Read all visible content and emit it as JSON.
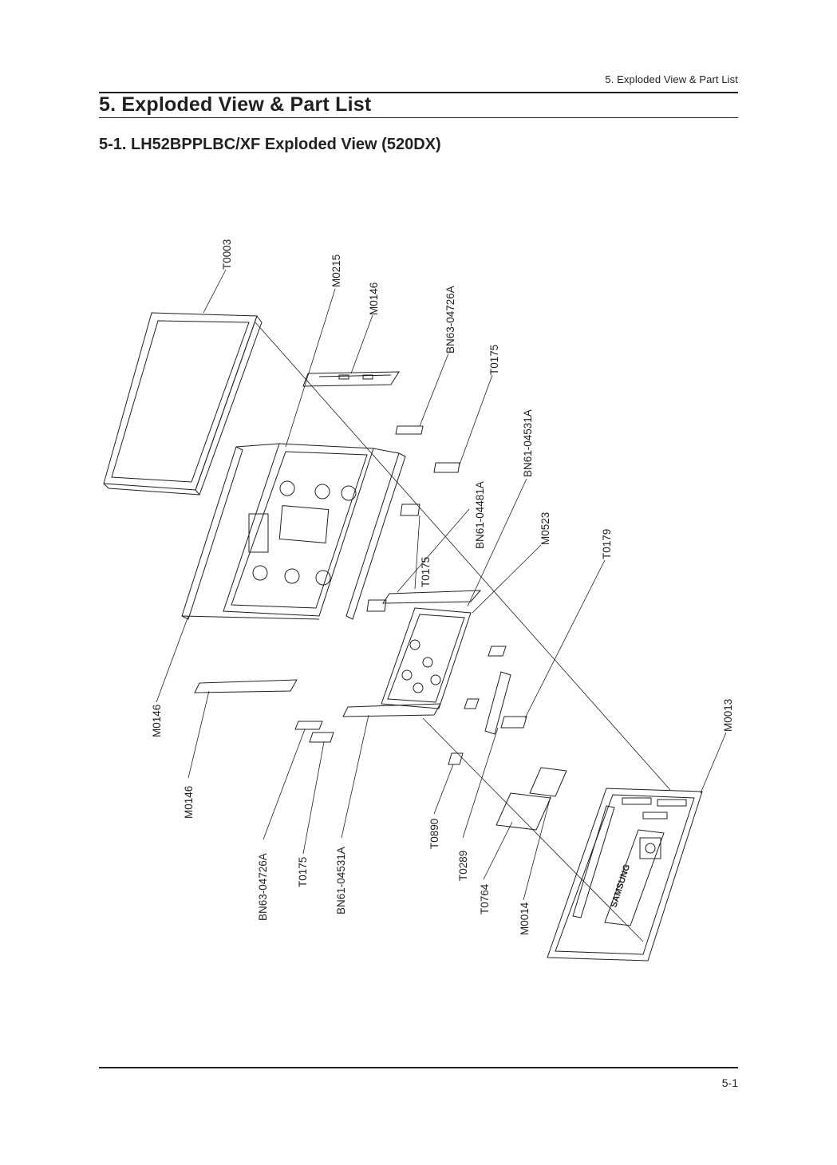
{
  "header": {
    "running_title": "5. Exploded View & Part List"
  },
  "section": {
    "title": "5. Exploded View & Part List",
    "subtitle": "5-1. LH52BPPLBC/XF Exploded View (520DX)"
  },
  "diagram": {
    "callouts": [
      {
        "id": "t0003",
        "label": "T0003"
      },
      {
        "id": "m0215",
        "label": "M0215"
      },
      {
        "id": "m0146-top",
        "label": "M0146"
      },
      {
        "id": "bn63-04726a-top",
        "label": "BN63-04726A"
      },
      {
        "id": "t0175-top",
        "label": "T0175"
      },
      {
        "id": "bn61-04531a-top",
        "label": "BN61-04531A"
      },
      {
        "id": "bn61-04481a",
        "label": "BN61-04481A"
      },
      {
        "id": "m0523",
        "label": "M0523"
      },
      {
        "id": "t0175-mid",
        "label": "T0175"
      },
      {
        "id": "t0179",
        "label": "T0179"
      },
      {
        "id": "m0013",
        "label": "M0013"
      },
      {
        "id": "m0146-left",
        "label": "M0146"
      },
      {
        "id": "m0146-lower",
        "label": "M0146"
      },
      {
        "id": "bn63-04726a-bottom",
        "label": "BN63-04726A"
      },
      {
        "id": "t0175-bottom",
        "label": "T0175"
      },
      {
        "id": "bn61-04531a-bottom",
        "label": "BN61-04531A"
      },
      {
        "id": "t0890",
        "label": "T0890"
      },
      {
        "id": "t0289",
        "label": "T0289"
      },
      {
        "id": "t0764",
        "label": "T0764"
      },
      {
        "id": "m0014",
        "label": "M0014"
      }
    ],
    "brand_mark": "SAMSUNG"
  },
  "footer": {
    "page_number": "5-1"
  }
}
